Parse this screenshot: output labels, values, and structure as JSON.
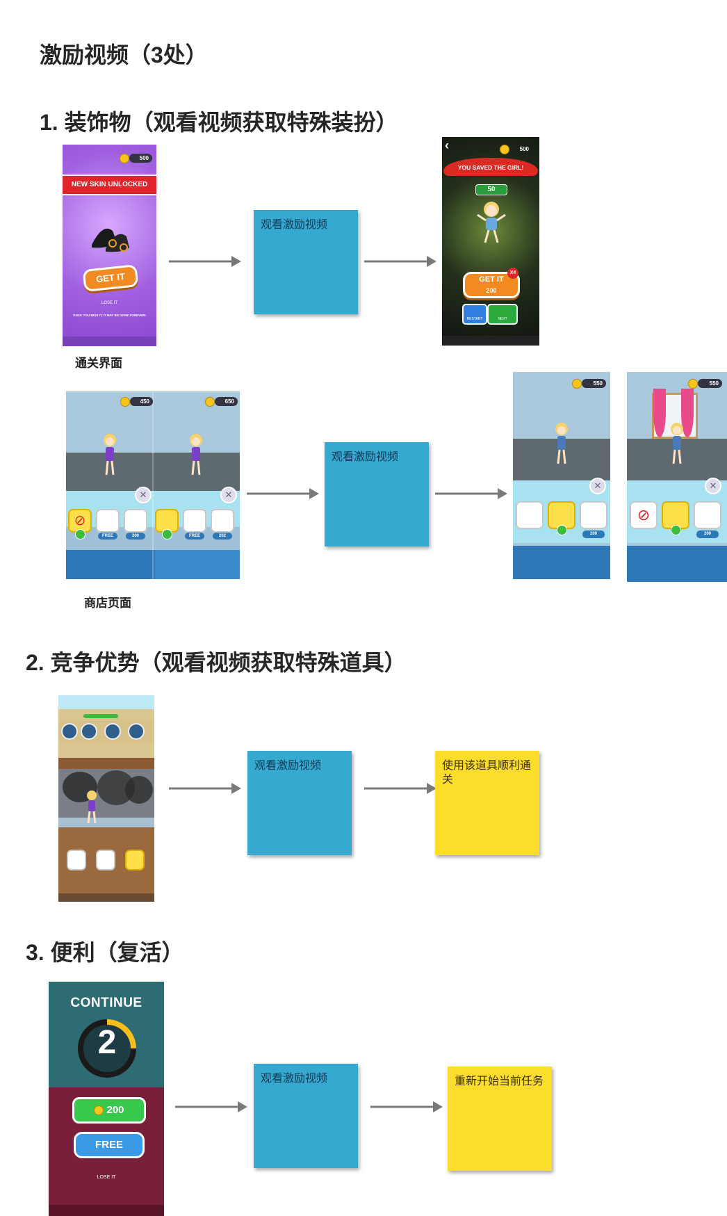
{
  "title": "激励视频（3处）",
  "sections": [
    {
      "heading": "1. 装饰物（观看视频获取特殊装扮）",
      "row1": {
        "caption": "通关界面",
        "note": "观看激励视频",
        "shot_a": {
          "coins": "500",
          "banner": "NEW SKIN UNLOCKED",
          "button": "GET IT",
          "lose": "LOSE IT",
          "hint": "ONCE YOU MISS IT, IT MAY BE GONE FOREVER!"
        },
        "shot_b": {
          "coins": "500",
          "banner": "YOU SAVED THE GIRL!",
          "reward": "50",
          "button": "GET IT",
          "multiplier": "X4",
          "button_value": "200",
          "restart": "RESTART",
          "next": "NEXT"
        }
      },
      "row2": {
        "caption": "商店页面",
        "note": "观看激励视频",
        "shop_a": {
          "coins": "450",
          "free": "FREE",
          "price": "200"
        },
        "shop_b": {
          "coins": "650",
          "free": "FREE",
          "price": "202"
        },
        "shop_c": {
          "coins": "550",
          "price": "200"
        },
        "shop_d": {
          "coins": "550",
          "price": "200"
        }
      }
    },
    {
      "heading": "2. 竞争优势（观看视频获取特殊道具）",
      "note1": "观看激励视频",
      "note2": "使用该道具顺利通关"
    },
    {
      "heading": "3. 便利（复活）",
      "note1": "观看激励视频",
      "note2": "重新开始当前任务",
      "shot": {
        "title": "CONTINUE",
        "count": "2",
        "pay": "200",
        "free": "FREE",
        "lose": "LOSE IT"
      }
    }
  ],
  "colors": {
    "note_blue": "#36a9d1",
    "note_yellow": "#fddd2b",
    "arrow": "#7a7a7a"
  }
}
